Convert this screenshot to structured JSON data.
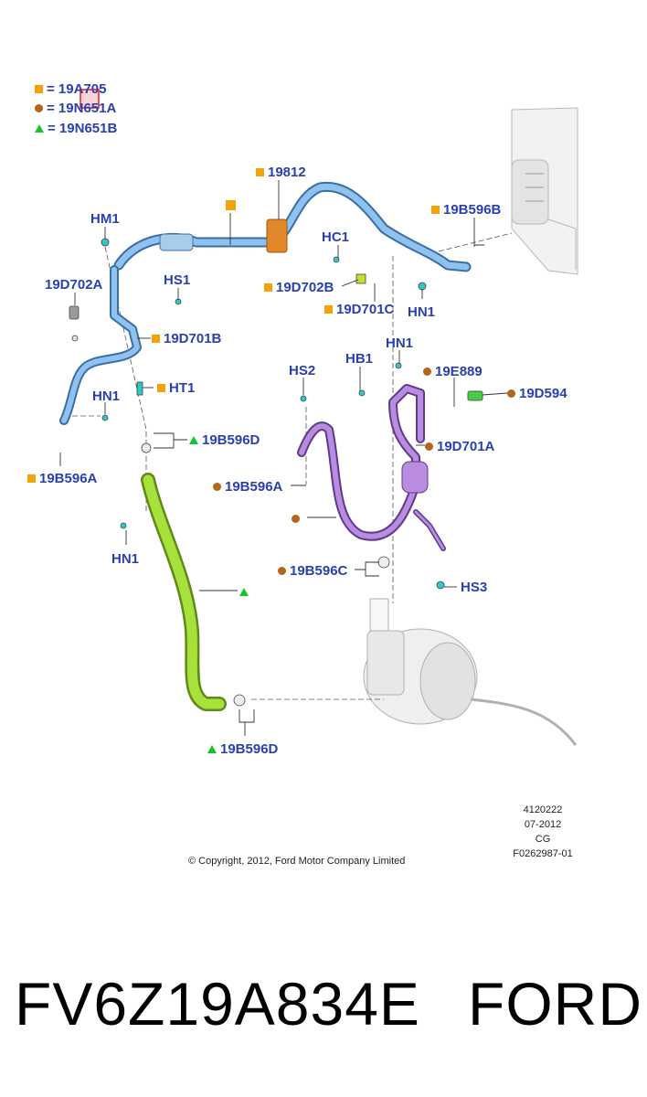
{
  "legend": [
    {
      "marker": "square",
      "label": "= 19A705"
    },
    {
      "marker": "circle",
      "label": "= 19N651A"
    },
    {
      "marker": "triangle",
      "label": "= 19N651B"
    }
  ],
  "callouts": {
    "c19812": "19812",
    "hm1": "HM1",
    "c19b596b": "19B596B",
    "hc1": "HC1",
    "c19d702a": "19D702A",
    "hs1": "HS1",
    "c19d702b": "19D702B",
    "c19d701c": "19D701C",
    "hn1_top": "HN1",
    "c19d701b": "19D701B",
    "hn1_right": "HN1",
    "hs2": "HS2",
    "hb1": "HB1",
    "c19e889": "19E889",
    "c19d594": "19D594",
    "hn1_left": "HN1",
    "ht1": "HT1",
    "c19d701a": "19D701A",
    "c19b596d_top": "19B596D",
    "c19b596a_left": "19B596A",
    "c19b596a_mid": "19B596A",
    "hn1_bottom": "HN1",
    "c19b596c": "19B596C",
    "hs3": "HS3",
    "c19b596d_bottom": "19B596D"
  },
  "info_block": [
    "4120222",
    "07-2012",
    "CG",
    "F0262987-01"
  ],
  "copyright": "© Copyright, 2012, Ford Motor Company Limited",
  "part_number": "FV6Z19A834E",
  "brand": "FORD",
  "colors": {
    "label_blue": "#2a3fb0",
    "marker_orange": "#f5a10a",
    "marker_brown": "#b5651d",
    "marker_green": "#12c62a",
    "hose_blue": "#5b9bd5",
    "hose_purple": "#9b6bc4",
    "hose_green": "#9fd43a"
  }
}
